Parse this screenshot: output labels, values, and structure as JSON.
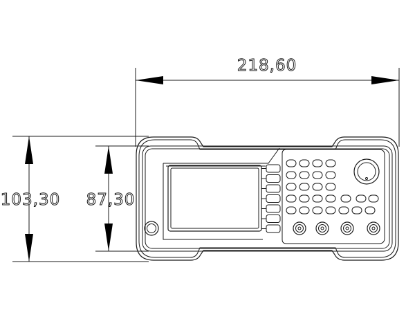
{
  "dimensions": {
    "width_label": "218,60",
    "total_height_label": "103,30",
    "body_height_label": "87,30"
  },
  "device": {
    "softkey_count": 7,
    "keypad_rows": 5,
    "bnc_connector_count": 4
  }
}
